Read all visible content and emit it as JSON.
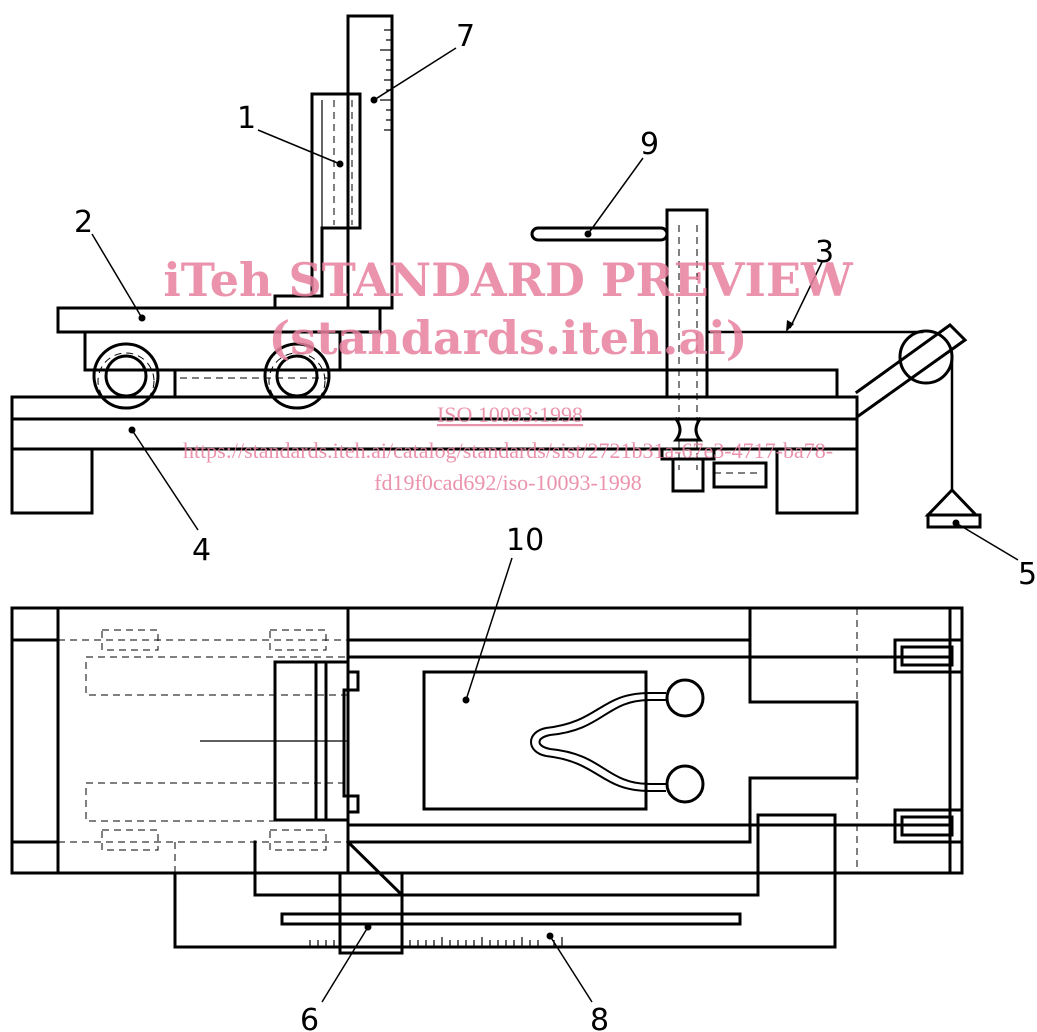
{
  "callouts": {
    "c1": "1",
    "c2": "2",
    "c3": "3",
    "c4": "4",
    "c5": "5",
    "c6": "6",
    "c7": "7",
    "c8": "8",
    "c9": "9",
    "c10": "10"
  },
  "watermark": {
    "line1": "iTeh STANDARD PREVIEW",
    "line2": "(standards.iteh.ai)",
    "line3": "ISO 10093:1998",
    "line4": "https://standards.iteh.ai/catalog/standards/sist/2721b31a-67e3-4717-ba78-",
    "line5": "fd19f0cad692/iso-10093-1998"
  }
}
